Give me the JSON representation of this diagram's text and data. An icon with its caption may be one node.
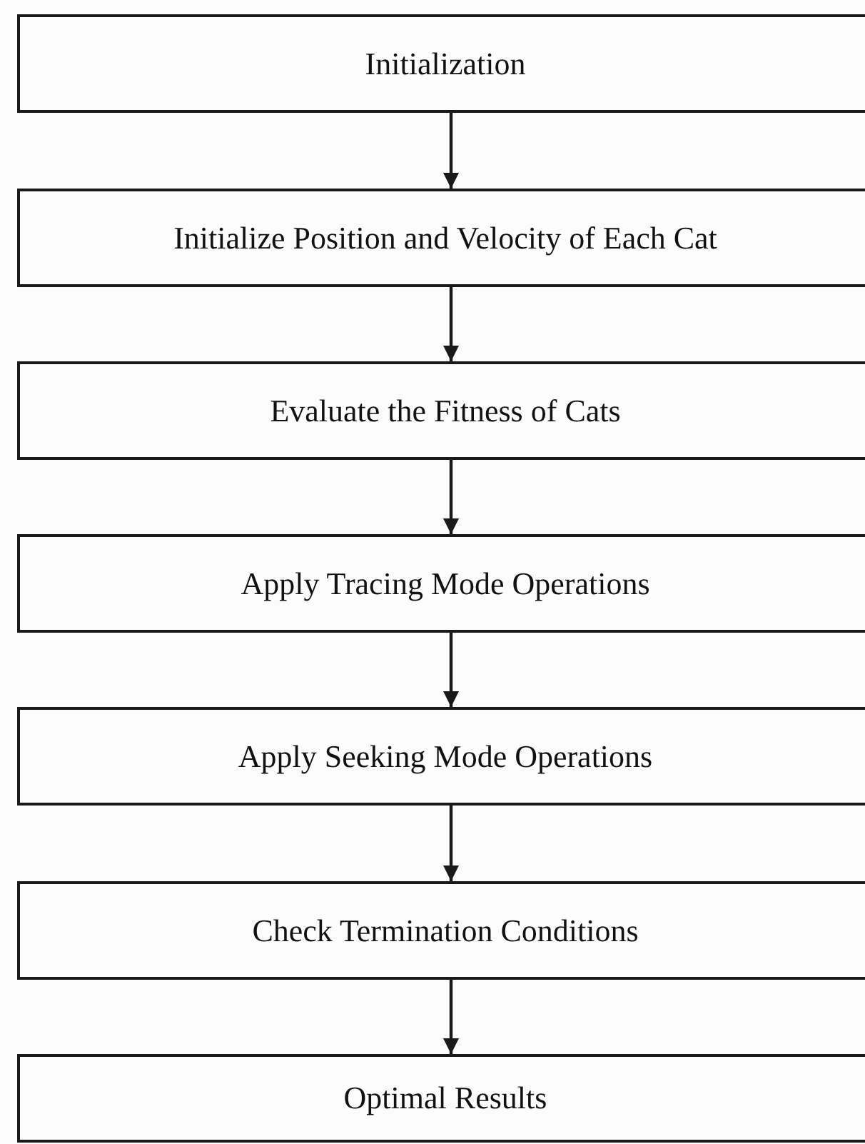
{
  "diagram": {
    "nodes": [
      {
        "text": [
          "Initialization"
        ]
      },
      {
        "text": [
          "Initialize Position and Velocity of Each Cat"
        ]
      },
      {
        "text": [
          "Evaluate the Fitness of Cats"
        ]
      },
      {
        "text": [
          "Apply Tracing Mode Operations"
        ]
      },
      {
        "text": [
          "Apply Seeking Mode Operations"
        ]
      },
      {
        "text": [
          "Check Termination Conditions"
        ]
      },
      {
        "text": [
          "Optimal Results"
        ]
      }
    ],
    "edges": [
      {
        "from": 0,
        "to": 1,
        "arrow": "to"
      },
      {
        "from": 1,
        "to": 2,
        "arrow": "to"
      },
      {
        "from": 2,
        "to": 3,
        "arrow": "to"
      },
      {
        "from": 3,
        "to": 4,
        "arrow": "to"
      },
      {
        "from": 4,
        "to": 5,
        "arrow": "to"
      },
      {
        "from": 5,
        "to": 6,
        "arrow": "to"
      }
    ]
  }
}
